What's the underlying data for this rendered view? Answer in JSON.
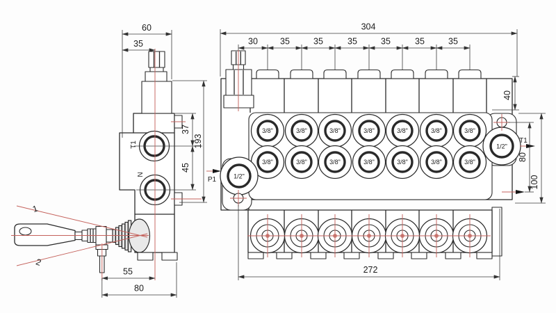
{
  "colors": {
    "background": "#fdfdfd",
    "outline": "#2a2a2a",
    "dimension": "#3a3a3a",
    "centerline": "#c5625c",
    "shade": "#e9e9e9"
  },
  "side_view": {
    "dim_total_width": "60",
    "dim_axis_offset": "35",
    "dim_top_to_t1": "37",
    "dim_t1_to_n": "45",
    "dim_total_height": "193",
    "dim_pin_to_axis": "55",
    "dim_pin_to_rear": "80",
    "label_port_t1": "T1",
    "label_port_n": "N",
    "lever_position_up": "1",
    "lever_position_down": "2"
  },
  "front_view": {
    "dim_total_width": "304",
    "dim_inlet_to_first_section": "30",
    "dim_section_pitch": [
      "35",
      "35",
      "35",
      "35",
      "35",
      "35"
    ],
    "dim_cap_height": "40",
    "dim_hole_to_spool_axis": "80",
    "dim_face_height": "100",
    "dim_mounting_span": "272",
    "label_inlet": "P1",
    "label_outlet": "T1",
    "work_port_size": "3/8\"",
    "main_port_size": "1/2\""
  }
}
